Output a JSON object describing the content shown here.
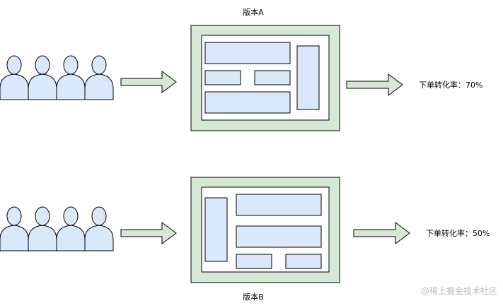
{
  "colors": {
    "person_fill": "#dae8fc",
    "person_stroke": "#000000",
    "arrow_fill": "#d5e8d4",
    "frame_fill": "#d5e8d4",
    "block_fill": "#dae8fc",
    "inner_fill": "#ffffff",
    "stroke": "#000000"
  },
  "variants": [
    {
      "label": "版本A",
      "result": "下单转化率：70%",
      "conversion_pct": 70
    },
    {
      "label": "版本B",
      "result": "下单转化率：50%",
      "conversion_pct": 50
    }
  ],
  "watermark": "@稀土掘金技术社区"
}
